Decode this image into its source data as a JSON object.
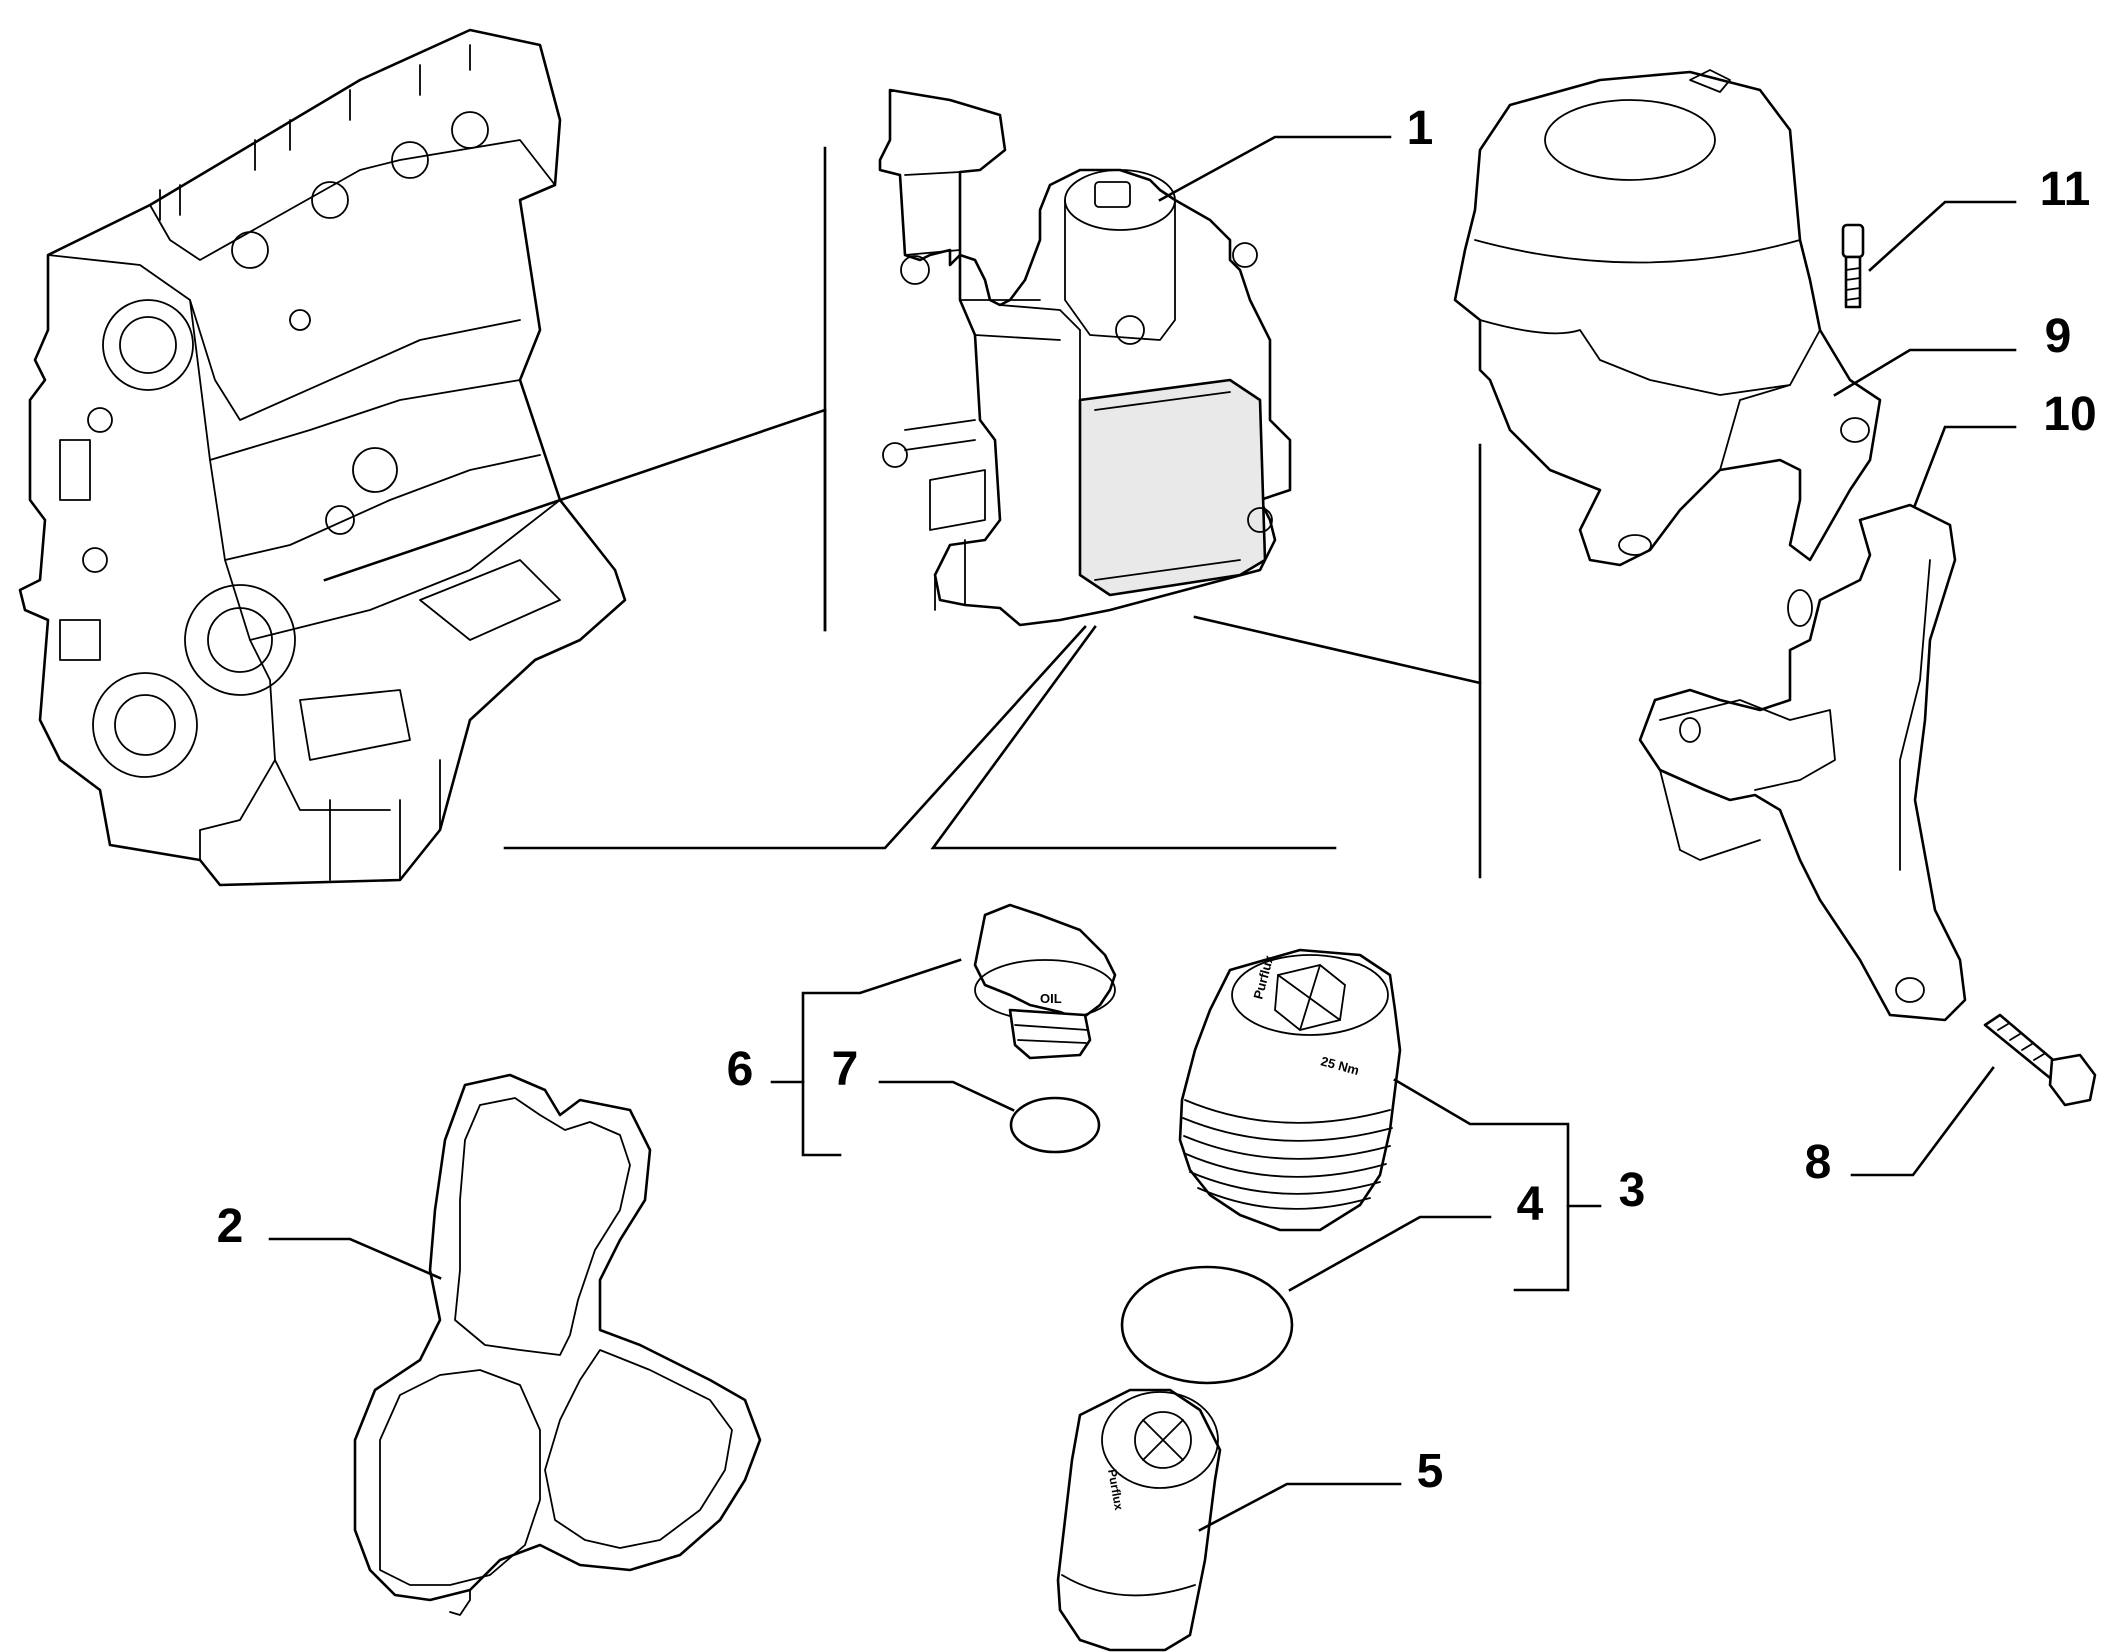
{
  "callouts": [
    {
      "id": "1",
      "label": "1",
      "part": "oil filter housing with oil cooler"
    },
    {
      "id": "2",
      "label": "2",
      "part": "housing gasket"
    },
    {
      "id": "3",
      "label": "3",
      "part": "oil filter cap group"
    },
    {
      "id": "4",
      "label": "4",
      "part": "cap o-ring"
    },
    {
      "id": "5",
      "label": "5",
      "part": "oil filter cartridge"
    },
    {
      "id": "6",
      "label": "6",
      "part": "oil filler cap group"
    },
    {
      "id": "7",
      "label": "7",
      "part": "filler cap o-ring"
    },
    {
      "id": "8",
      "label": "8",
      "part": "bolt"
    },
    {
      "id": "9",
      "label": "9",
      "part": "heat shield cover"
    },
    {
      "id": "10",
      "label": "10",
      "part": "bracket"
    },
    {
      "id": "11",
      "label": "11",
      "part": "screw"
    }
  ],
  "part_markings": {
    "filler_cap": "OIL",
    "filter_cap_brand": "Purflux",
    "filter_cap_torque": "25 Nm",
    "cartridge_brand": "Purflux"
  },
  "colors": {
    "line": "#000000",
    "background": "#ffffff",
    "shade": "#e9e9e9"
  }
}
